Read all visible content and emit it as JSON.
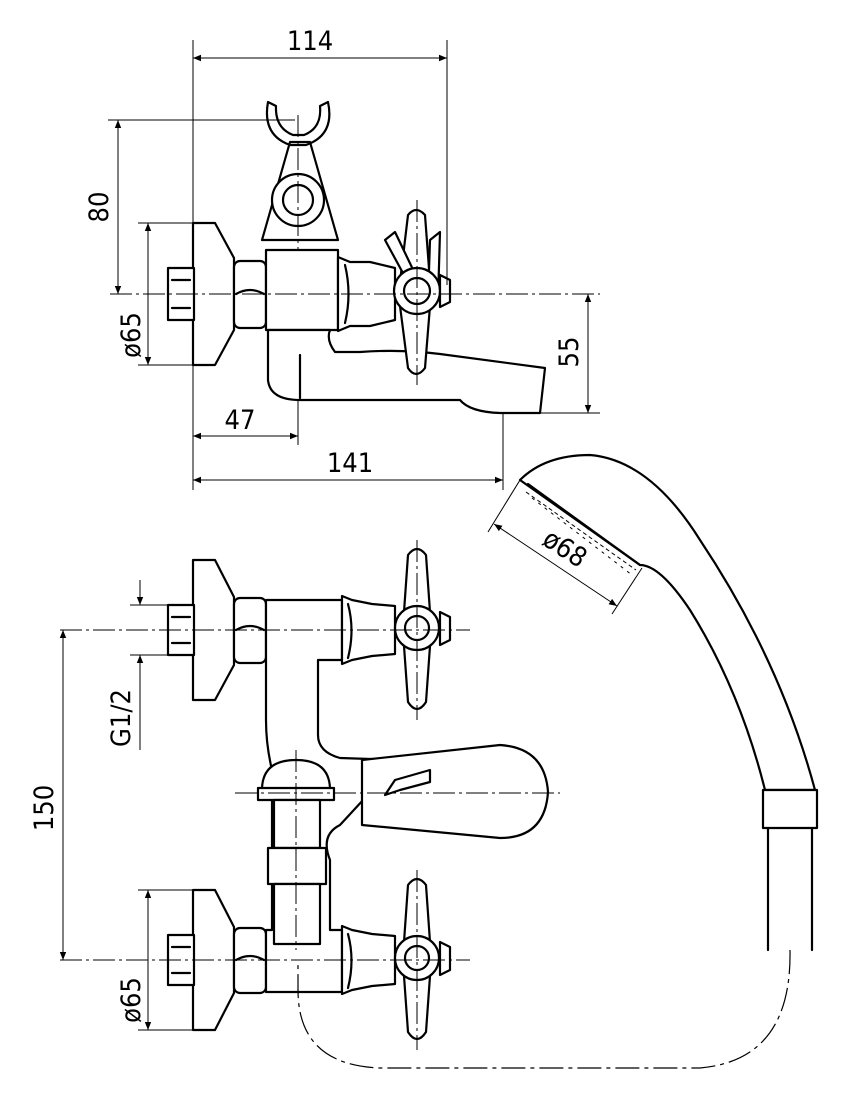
{
  "dimensions": {
    "width_top": "114",
    "height_holder": "80",
    "diameter_flange_top": "ø65",
    "spout_height": "55",
    "spout_offset": "47",
    "total_projection": "141",
    "shower_head_diameter": "ø68",
    "thread": "G1/2",
    "center_distance": "150",
    "diameter_flange_bottom": "ø65"
  }
}
